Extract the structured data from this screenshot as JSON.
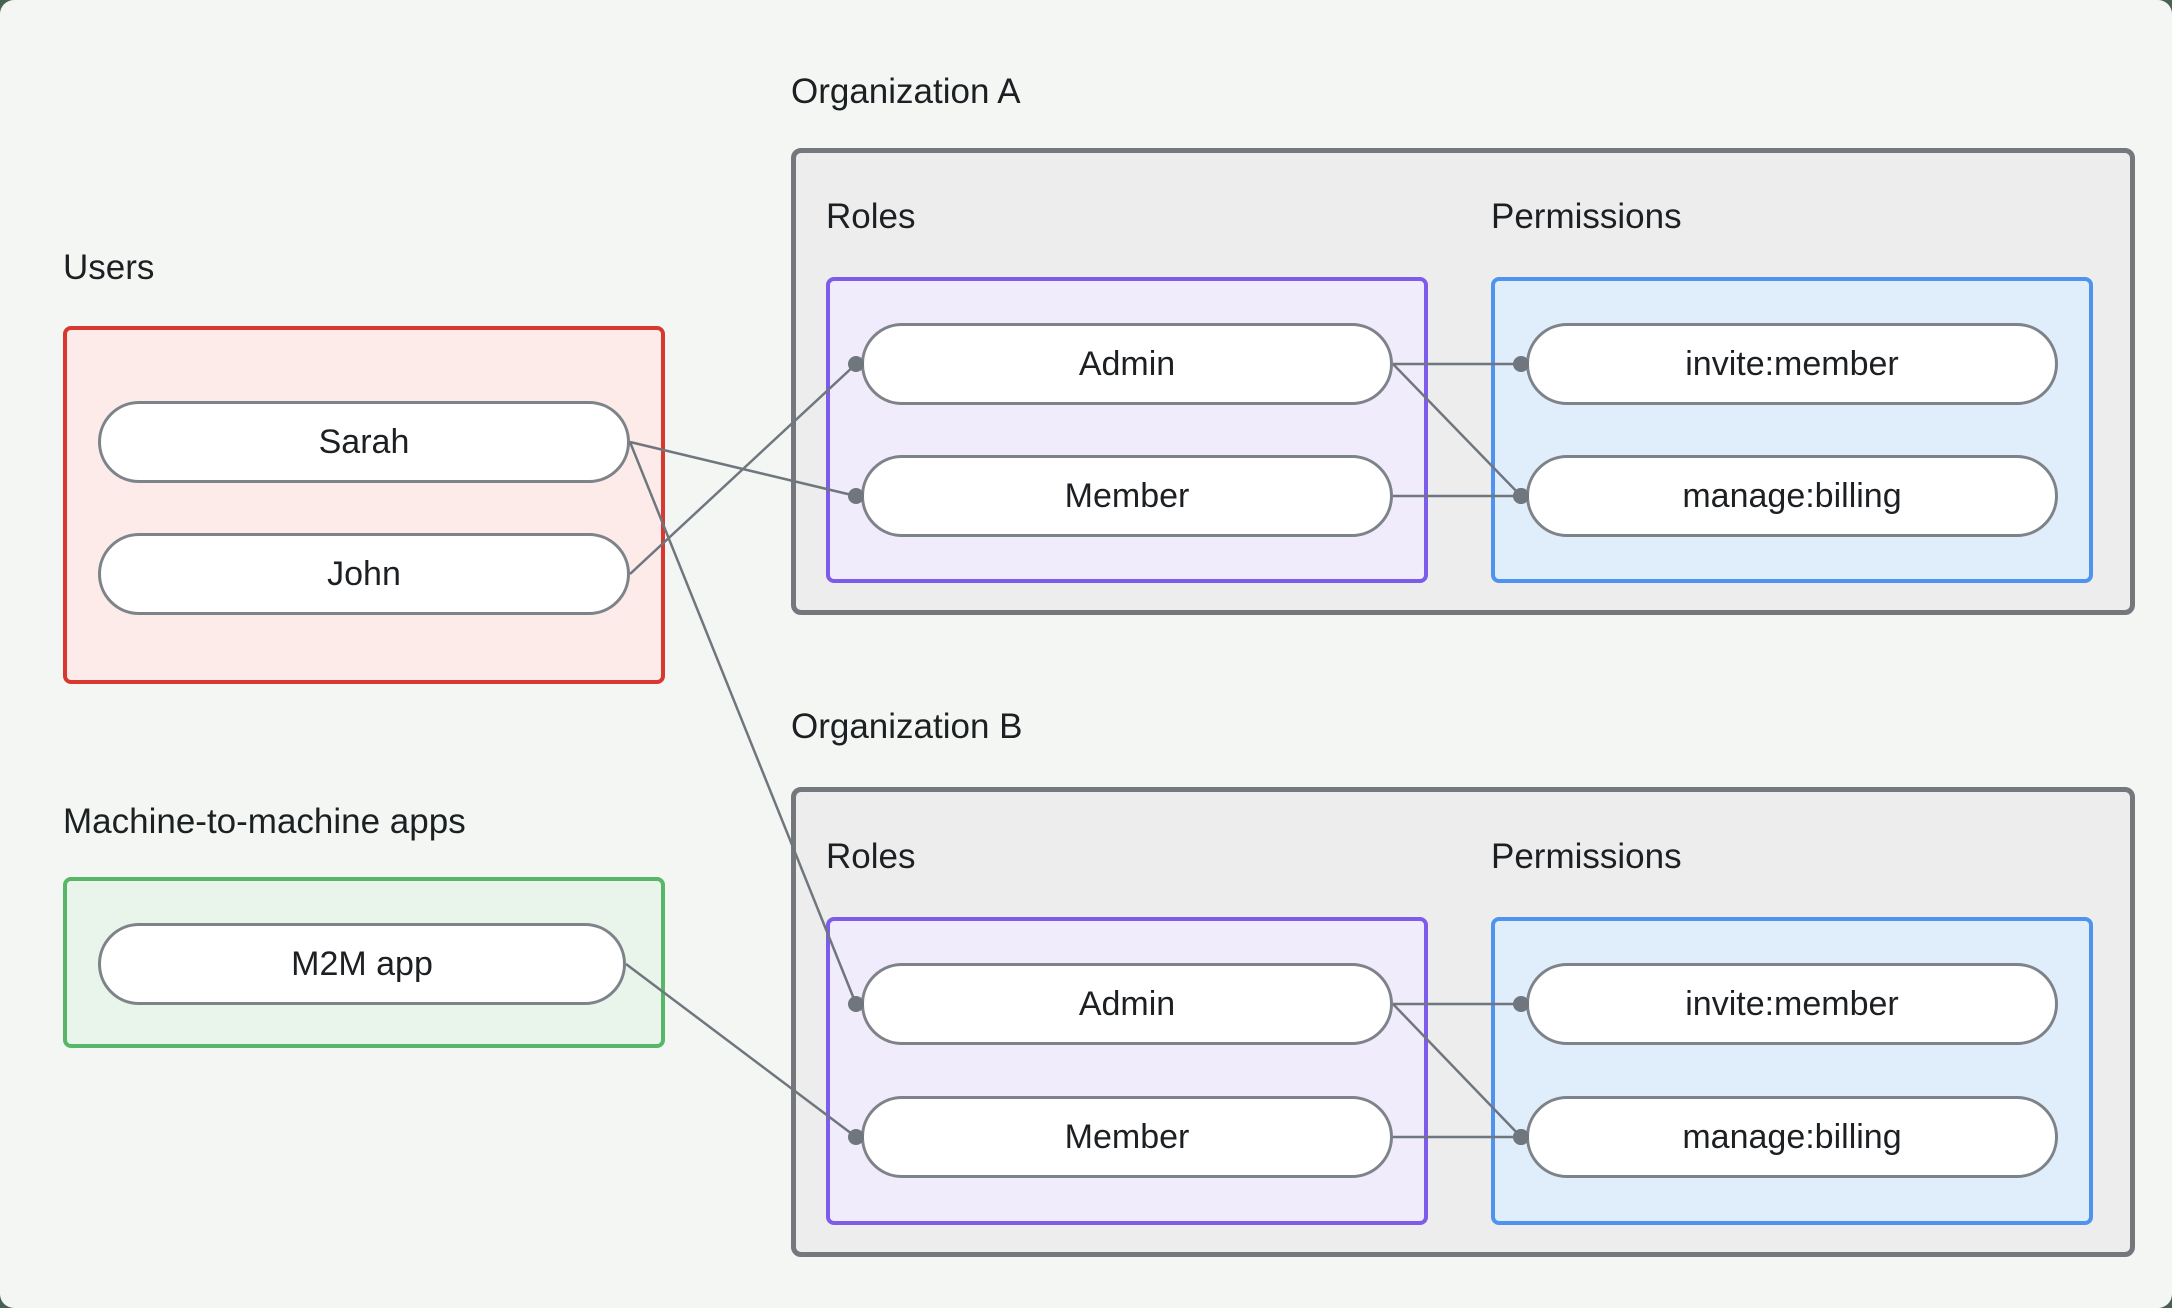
{
  "colors": {
    "canvas-bg": "#f4f6f4",
    "outside-bg": "#466250",
    "text": "#1d2023",
    "connector": "#6f767d",
    "pill-border": "#7d8389",
    "pill-bg": "#ffffff",
    "org-border": "#74787c",
    "org-bg": "#ecedec",
    "users-border": "#d93831",
    "users-bg": "#fcebe9",
    "m2m-border": "#57b768",
    "m2m-bg": "#e9f5ea",
    "roles-border": "#7c5ce8",
    "roles-bg": "#f1ecfb",
    "permissions-border": "#4f93f0",
    "permissions-bg": "#e0edfb"
  },
  "groups": {
    "users": {
      "label": "Users",
      "items": [
        {
          "id": "sarah",
          "label": "Sarah"
        },
        {
          "id": "john",
          "label": "John"
        }
      ]
    },
    "m2m": {
      "label": "Machine-to-machine apps",
      "items": [
        {
          "id": "m2m-app",
          "label": "M2M app"
        }
      ]
    },
    "org_a": {
      "label": "Organization A",
      "roles_label": "Roles",
      "permissions_label": "Permissions",
      "roles": [
        {
          "id": "a-admin",
          "label": "Admin"
        },
        {
          "id": "a-member",
          "label": "Member"
        }
      ],
      "permissions": [
        {
          "id": "a-invite",
          "label": "invite:member"
        },
        {
          "id": "a-manage",
          "label": "manage:billing"
        }
      ]
    },
    "org_b": {
      "label": "Organization B",
      "roles_label": "Roles",
      "permissions_label": "Permissions",
      "roles": [
        {
          "id": "b-admin",
          "label": "Admin"
        },
        {
          "id": "b-member",
          "label": "Member"
        }
      ],
      "permissions": [
        {
          "id": "b-invite",
          "label": "invite:member"
        },
        {
          "id": "b-manage",
          "label": "manage:billing"
        }
      ]
    }
  },
  "edges": [
    {
      "from": "sarah",
      "to": "a-member"
    },
    {
      "from": "john",
      "to": "a-admin"
    },
    {
      "from": "sarah",
      "to": "b-admin"
    },
    {
      "from": "m2m-app",
      "to": "b-member"
    },
    {
      "from": "a-admin",
      "to": "a-invite"
    },
    {
      "from": "a-admin",
      "to": "a-manage"
    },
    {
      "from": "a-member",
      "to": "a-manage"
    },
    {
      "from": "b-admin",
      "to": "b-invite"
    },
    {
      "from": "b-admin",
      "to": "b-manage"
    },
    {
      "from": "b-member",
      "to": "b-manage"
    }
  ]
}
